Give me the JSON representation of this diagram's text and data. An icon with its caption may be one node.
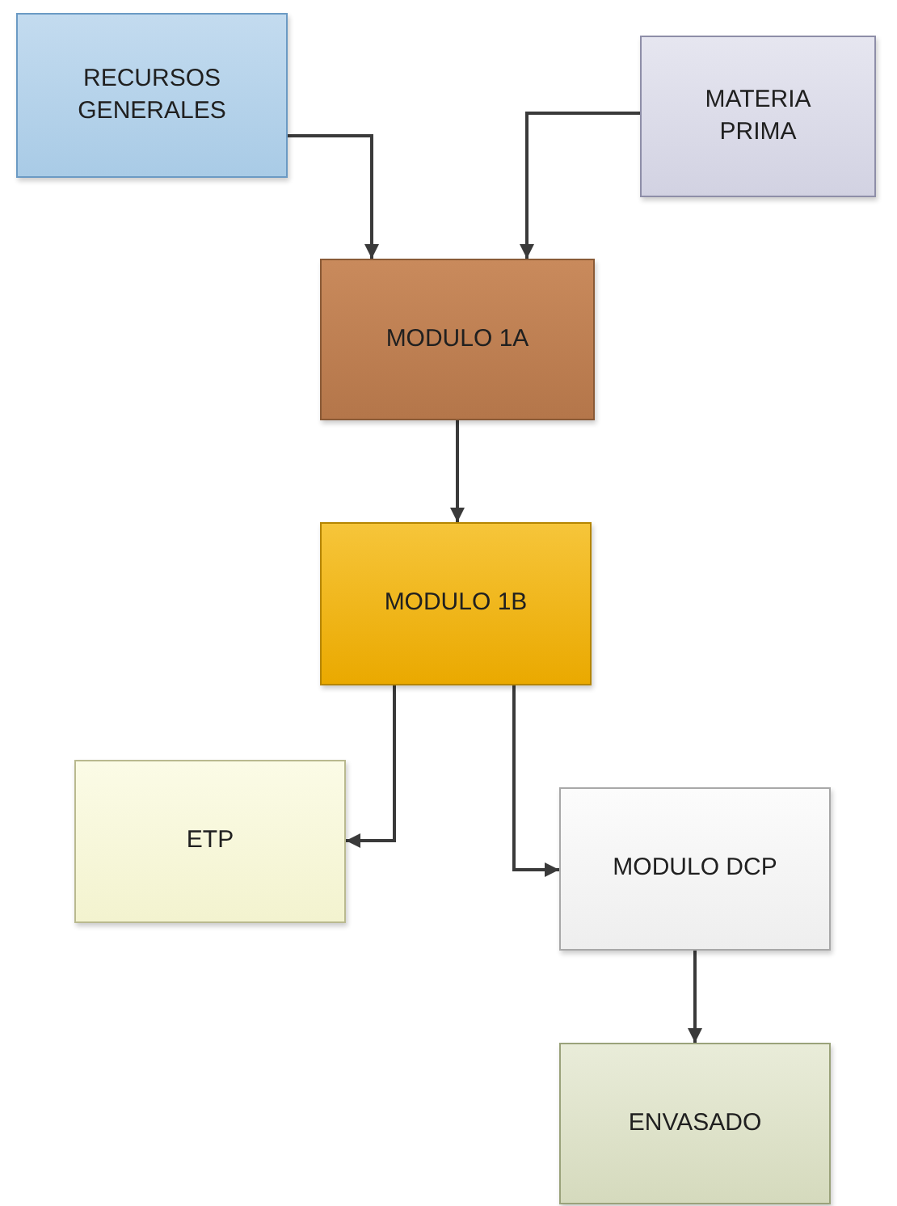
{
  "diagram": {
    "nodes": [
      {
        "text": [
          "RECURSOS GENERALES"
        ]
      },
      {
        "text": [
          "MATERIA PRIMA"
        ]
      },
      {
        "text": [
          "MODULO 1A"
        ]
      },
      {
        "text": [
          "MODULO 1B"
        ]
      },
      {
        "text": [
          "ETP"
        ]
      },
      {
        "text": [
          "MODULO DCP"
        ]
      },
      {
        "text": [
          "ENVASADO"
        ]
      }
    ],
    "edges": [
      {
        "from": 0,
        "to": 2,
        "arrow": "to"
      },
      {
        "from": 1,
        "to": 2,
        "arrow": "to"
      },
      {
        "from": 2,
        "to": 3,
        "arrow": "to"
      },
      {
        "from": 3,
        "to": 4,
        "arrow": "to"
      },
      {
        "from": 3,
        "to": 5,
        "arrow": "to"
      },
      {
        "from": 5,
        "to": 6,
        "arrow": "to"
      }
    ]
  }
}
